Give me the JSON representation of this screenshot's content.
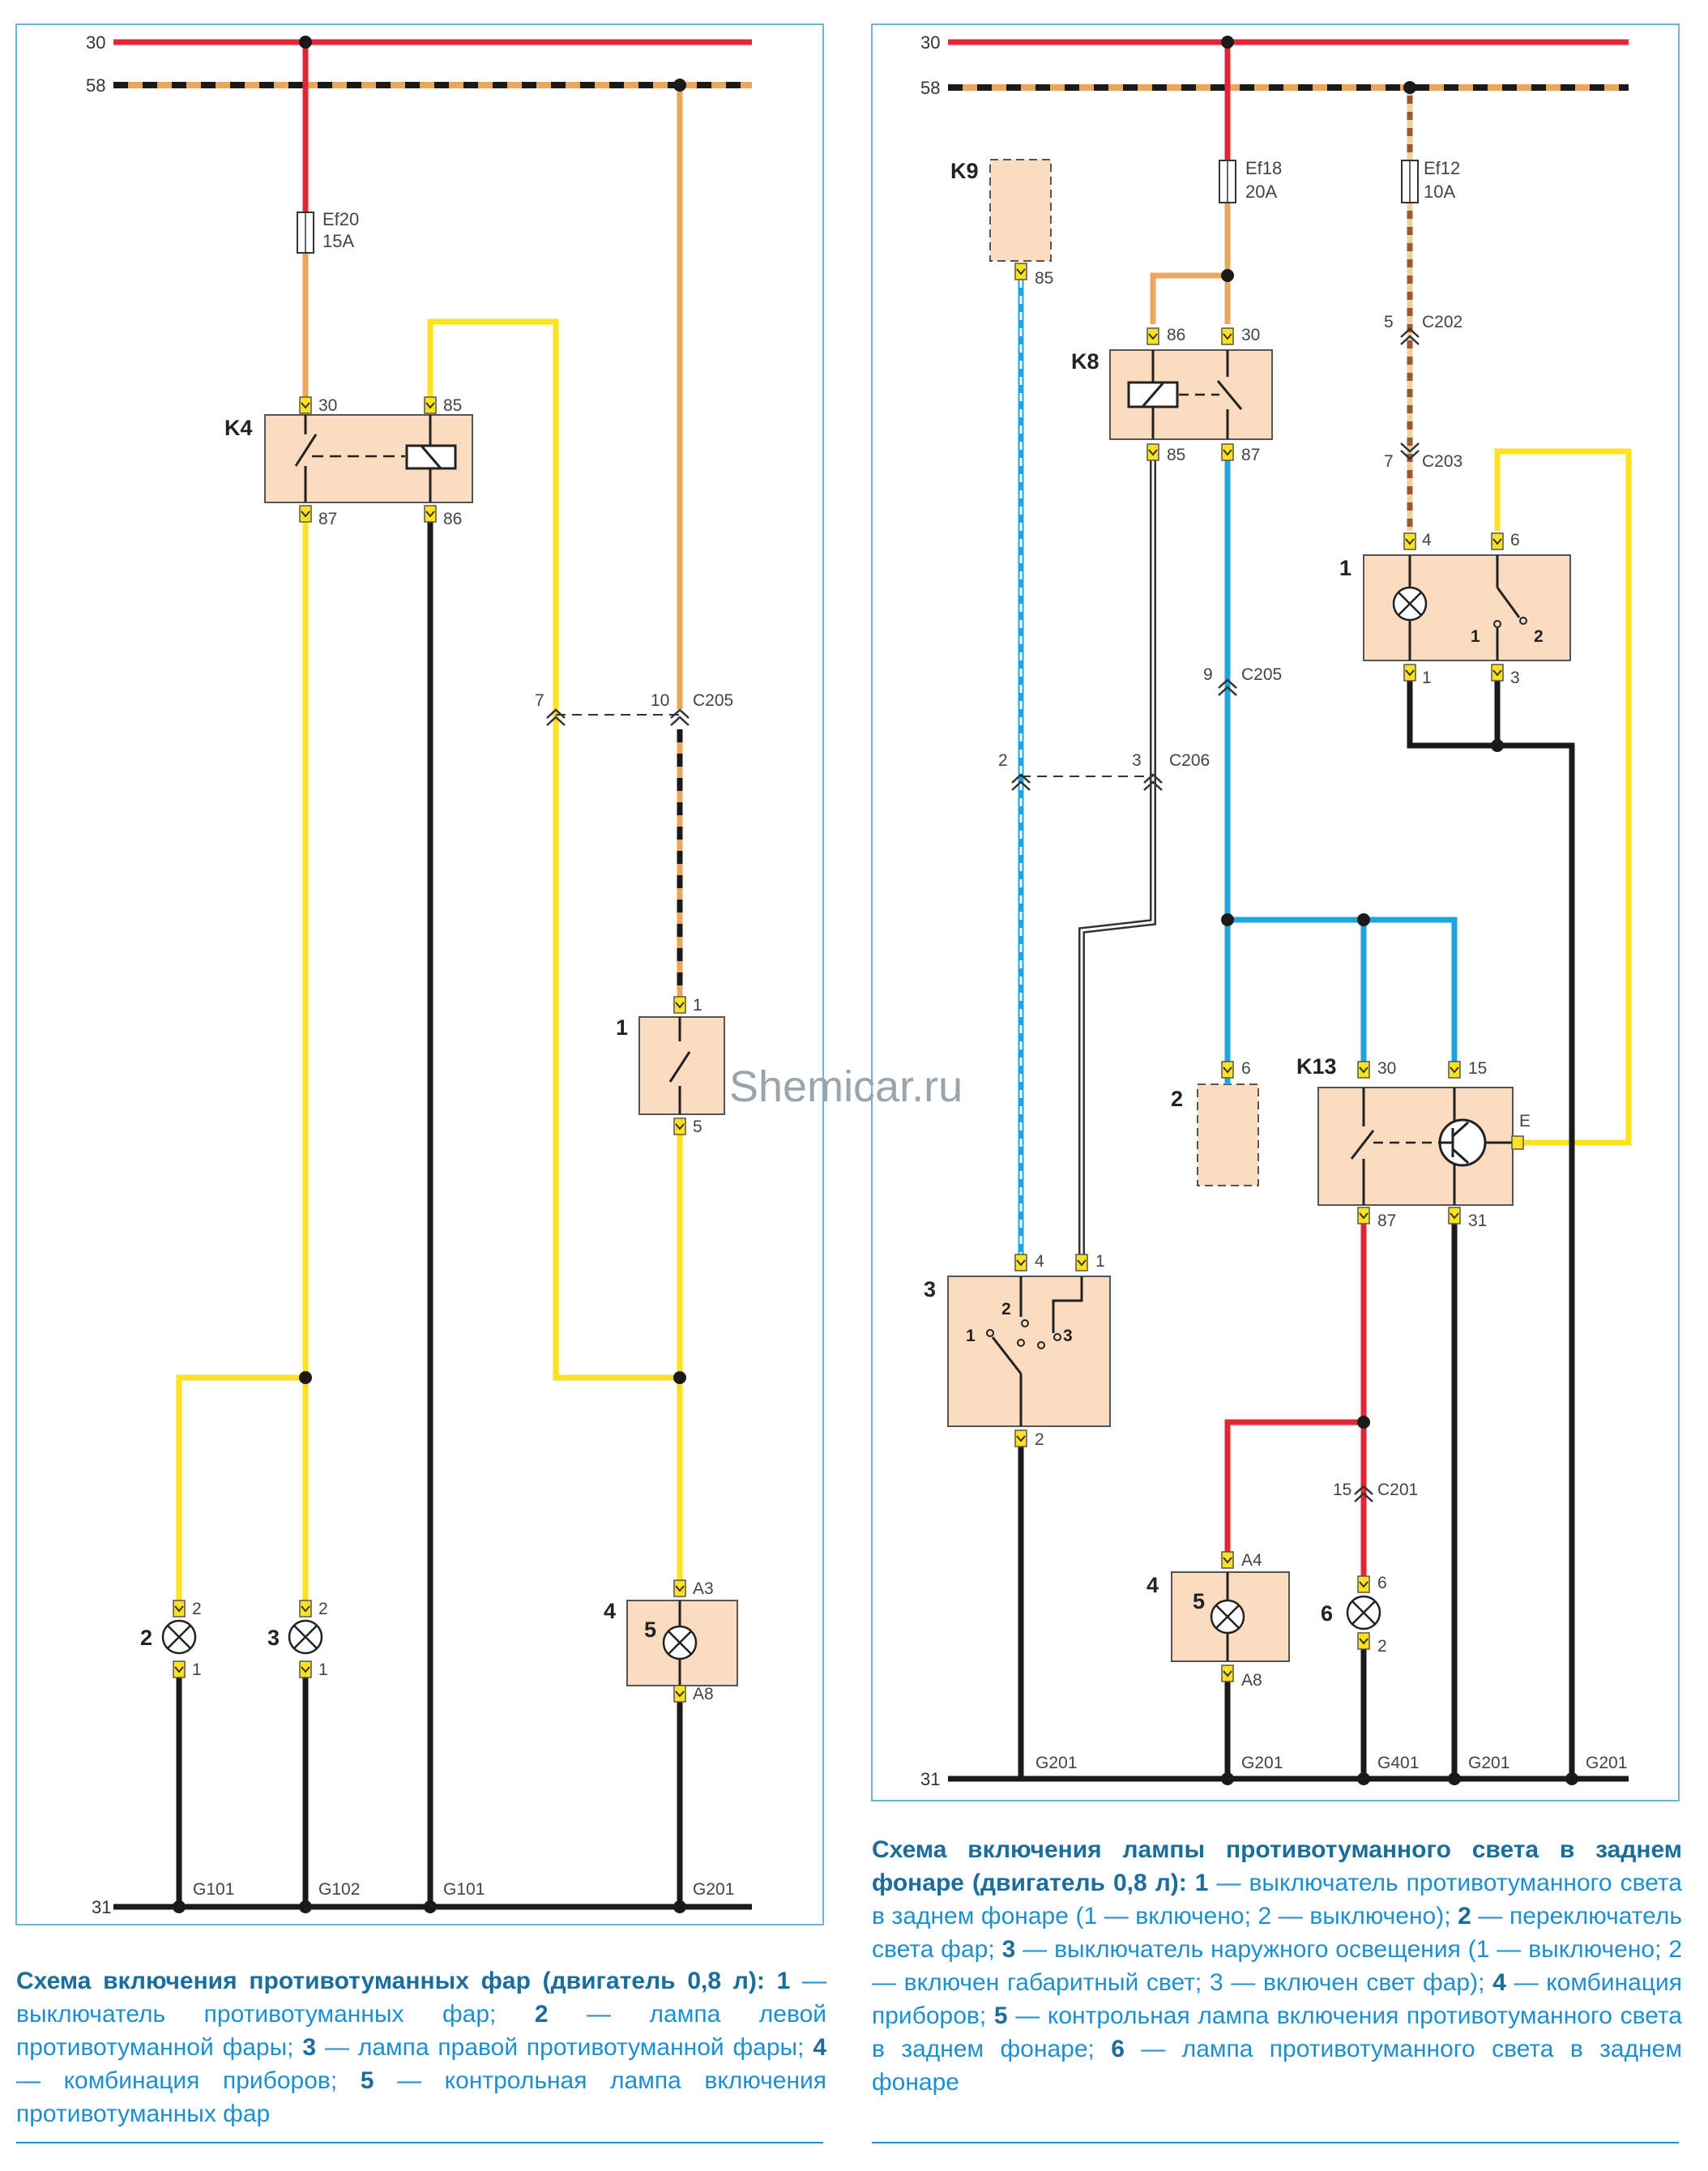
{
  "watermark": "Shemicar.ru",
  "colors": {
    "power": "#e32636",
    "orange": "#e8a75a",
    "yellow": "#ffe21f",
    "black": "#1a1a1a",
    "blue": "#1ea4e0",
    "brown": "#9a5a2e",
    "component_fill": "#fbdcc0",
    "frame": "#6fb2dc",
    "caption": "#1c8fcf"
  },
  "left": {
    "bus": {
      "b30": "30",
      "b58": "58",
      "b31": "31"
    },
    "fuse": {
      "name": "Ef20",
      "rating": "15A"
    },
    "relay": {
      "name": "K4",
      "p30": "30",
      "p85": "85",
      "p87": "87",
      "p86": "86"
    },
    "connector": {
      "name": "C205",
      "p7": "7",
      "p10": "10"
    },
    "switch": {
      "name": "1",
      "p1": "1",
      "p5": "5"
    },
    "lamp2": {
      "name": "2",
      "p2": "2",
      "p1": "1"
    },
    "lamp3": {
      "name": "3",
      "p2": "2",
      "p1": "1"
    },
    "cluster": {
      "name": "4",
      "lamp": "5",
      "pA3": "A3",
      "pA8": "A8"
    },
    "grounds": [
      "G101",
      "G102",
      "G101",
      "G201"
    ],
    "caption": {
      "title": "Схема включения противотуманных фар (двигатель 0,8 л):",
      "items": [
        {
          "n": "1",
          "text": "выключатель противотуманных фар;"
        },
        {
          "n": "2",
          "text": "лампа левой противотуманной фары;"
        },
        {
          "n": "3",
          "text": "лампа правой противотуманной фары;"
        },
        {
          "n": "4",
          "text": "комбинация приборов;"
        },
        {
          "n": "5",
          "text": "контрольная лампа включения противотуманных фар"
        }
      ]
    }
  },
  "right": {
    "bus": {
      "b30": "30",
      "b58": "58",
      "b31": "31"
    },
    "fuse18": {
      "name": "Ef18",
      "rating": "20A"
    },
    "fuse12": {
      "name": "Ef12",
      "rating": "10A"
    },
    "k9": {
      "name": "K9",
      "p85": "85"
    },
    "k8": {
      "name": "K8",
      "p86": "86",
      "p30": "30",
      "p85": "85",
      "p87": "87"
    },
    "c202": {
      "name": "C202",
      "pin": "5"
    },
    "c203": {
      "name": "C203",
      "pin": "7"
    },
    "c205": {
      "name": "C205",
      "pin": "9"
    },
    "c206": {
      "name": "C206",
      "p2": "2",
      "p3": "3"
    },
    "c201": {
      "name": "C201",
      "pin": "15"
    },
    "sw1": {
      "name": "1",
      "p4": "4",
      "p6": "6",
      "p1": "1",
      "p3": "3",
      "pos1": "1",
      "pos2": "2"
    },
    "comp2": {
      "name": "2",
      "p6": "6"
    },
    "k13": {
      "name": "K13",
      "p30": "30",
      "p15": "15",
      "p87": "87",
      "p31": "31",
      "pE": "E"
    },
    "sw3": {
      "name": "3",
      "p4": "4",
      "p1": "1",
      "p2": "2",
      "pos1": "1",
      "pos2": "2",
      "pos3": "3"
    },
    "cluster": {
      "name": "4",
      "lamp": "5",
      "pA4": "A4",
      "pA8": "A8"
    },
    "lamp6": {
      "name": "6",
      "p6": "6",
      "p2": "2"
    },
    "grounds": [
      "G201",
      "G201",
      "G401",
      "G201",
      "G201"
    ],
    "caption": {
      "title": "Схема включения лампы противотуманного света в заднем фонаре (двигатель 0,8 л):",
      "items": [
        {
          "n": "1",
          "text": "выключатель противотуманного света в заднем фонаре (1 — включено; 2 — выключено);"
        },
        {
          "n": "2",
          "text": "переключатель света фар;"
        },
        {
          "n": "3",
          "text": "выключатель наружного освещения (1 — выключено; 2 — включен габаритный свет; 3 — включен свет фар);"
        },
        {
          "n": "4",
          "text": "комбинация приборов;"
        },
        {
          "n": "5",
          "text": "контрольная лампа включения противотуманного света в заднем фонаре;"
        },
        {
          "n": "6",
          "text": "лампа противотуманного света в заднем фонаре"
        }
      ]
    }
  }
}
